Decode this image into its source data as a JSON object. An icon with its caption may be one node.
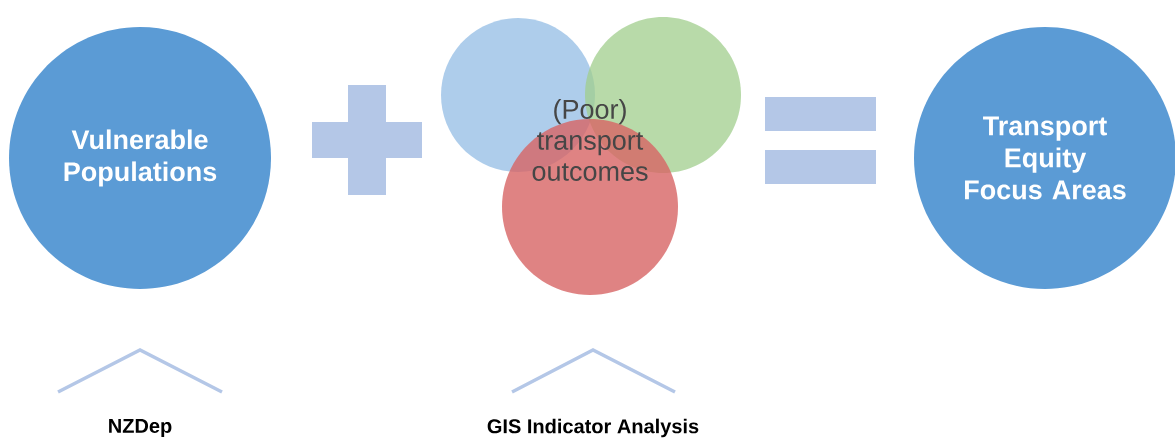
{
  "diagram": {
    "nodes": [
      {
        "text": [
          "Vulnerable Populations"
        ]
      },
      {
        "text": [
          "(Poor) transport outcomes"
        ]
      },
      {
        "text": [
          "Transport Equity Focus Areas"
        ]
      }
    ],
    "labels": [
      "NZDep",
      "GIS Indicator Analysis"
    ]
  }
}
